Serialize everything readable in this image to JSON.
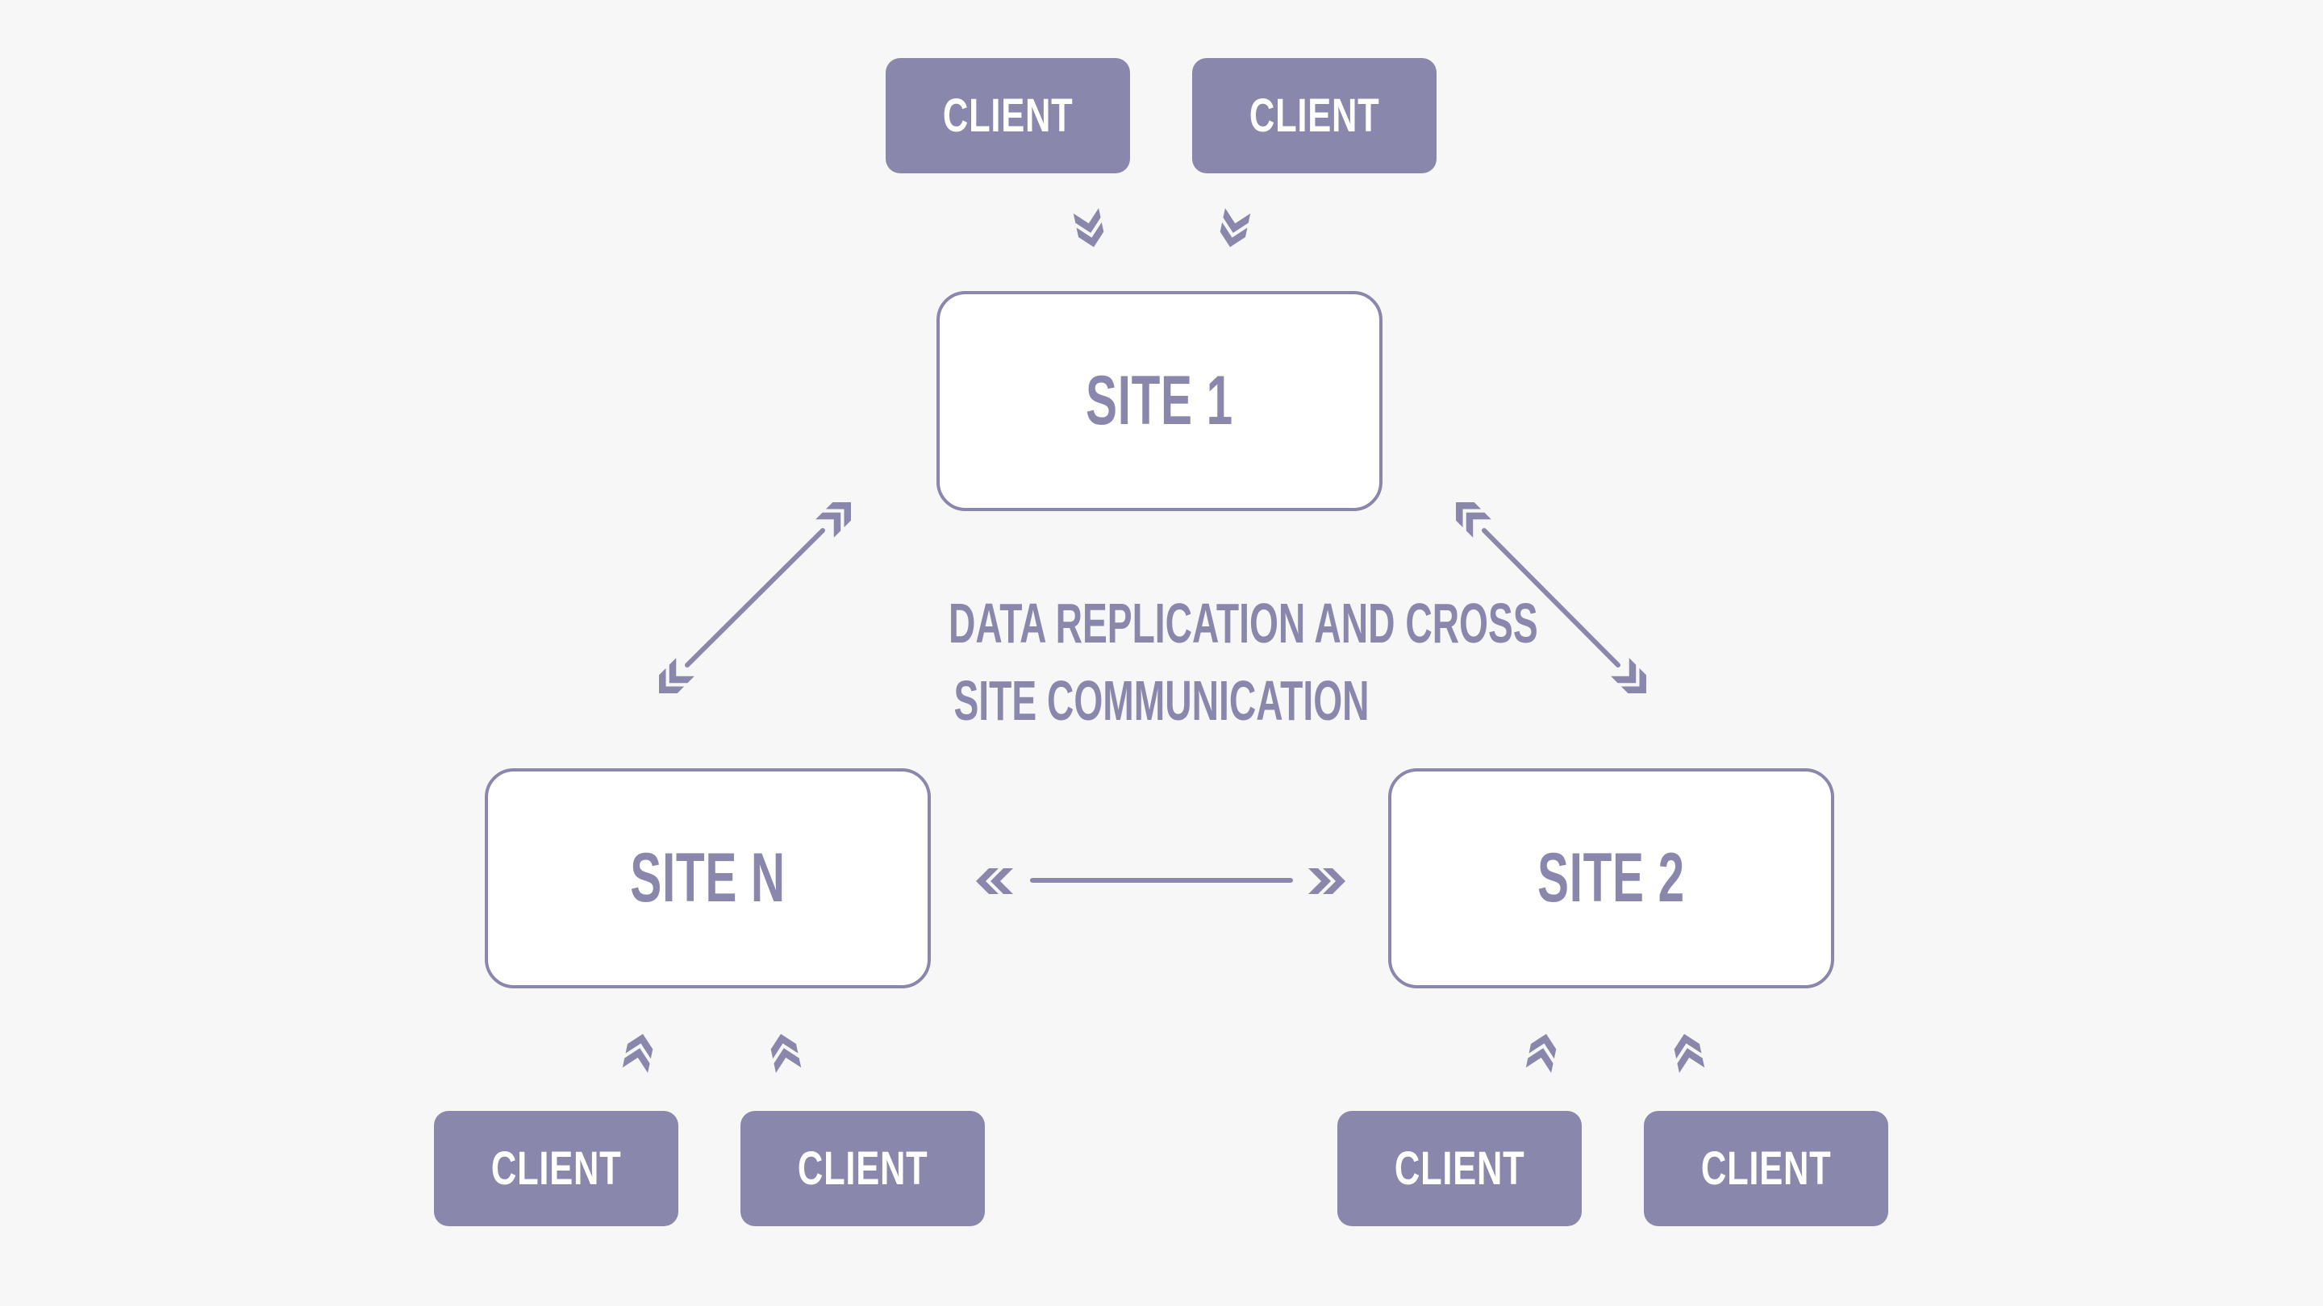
{
  "colors": {
    "accent": "#8a87ad",
    "background": "#f7f7f7",
    "box_fill": "#ffffff",
    "client_text": "#ffffff"
  },
  "sites": {
    "site1": "SITE 1",
    "site2": "SITE 2",
    "siten": "SITE N"
  },
  "clients": {
    "top_left": "CLIENT",
    "top_right": "CLIENT",
    "bottom_left_1": "CLIENT",
    "bottom_left_2": "CLIENT",
    "bottom_right_1": "CLIENT",
    "bottom_right_2": "CLIENT"
  },
  "caption": {
    "line1": "DATA REPLICATION AND CROSS",
    "line2": "SITE COMMUNICATION"
  }
}
